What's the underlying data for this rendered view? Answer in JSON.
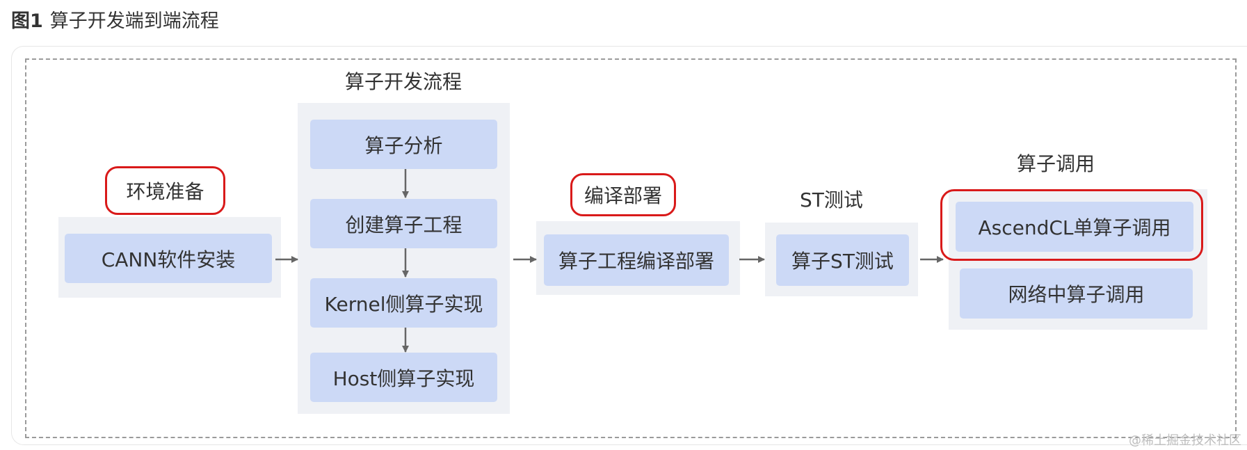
{
  "figure": {
    "number": "图1",
    "caption": "算子开发端到端流程"
  },
  "stages": {
    "env": {
      "label": "环境准备",
      "box": "CANN软件安装"
    },
    "dev": {
      "label": "算子开发流程",
      "steps": [
        "算子分析",
        "创建算子工程",
        "Kernel侧算子实现",
        "Host侧算子实现"
      ]
    },
    "compile": {
      "label": "编译部署",
      "box": "算子工程编译部署"
    },
    "st": {
      "label": "ST测试",
      "box": "算子ST测试"
    },
    "call": {
      "label": "算子调用",
      "boxes": [
        "AscendCL单算子调用",
        "网络中算子调用"
      ]
    }
  },
  "watermark": "@稀土掘金技术社区",
  "colors": {
    "box_fill": "#ccd9f6",
    "panel_fill": "#eff1f5",
    "highlight": "#d91a1a",
    "arrow": "#666666"
  }
}
